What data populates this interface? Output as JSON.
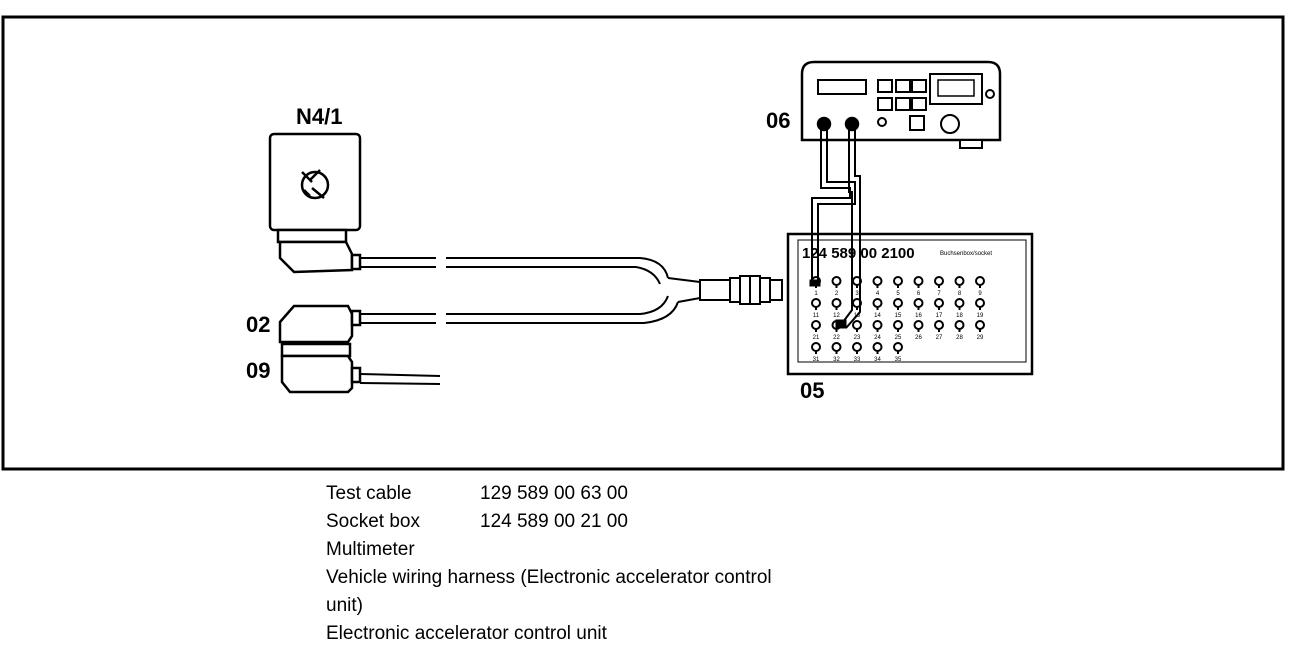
{
  "callouts": {
    "n4_1": "N4/1",
    "c02": "02",
    "c09": "09",
    "c06": "06",
    "c05": "05"
  },
  "socket_box": {
    "number": "124 589 00 2100",
    "subtitle": "Buchsenbox/socket",
    "pins_row1": [
      "1",
      "2",
      "3",
      "4",
      "5",
      "6",
      "7",
      "8",
      "9"
    ],
    "pins_row2": [
      "11",
      "12",
      "13",
      "14",
      "15",
      "16",
      "17",
      "18",
      "19"
    ],
    "pins_row3": [
      "21",
      "22",
      "23",
      "24",
      "25",
      "26",
      "27",
      "28",
      "29"
    ],
    "pins_row4": [
      "31",
      "32",
      "33",
      "34",
      "35"
    ]
  },
  "legend": {
    "items": [
      {
        "label": "Test cable",
        "value": "129 589 00 63 00"
      },
      {
        "label": "Socket box",
        "value": "124 589 00 21 00"
      },
      {
        "label": "Multimeter",
        "value": ""
      },
      {
        "label": "Vehicle wiring harness (Electronic accelerator control unit)",
        "value": ""
      },
      {
        "label": "Electronic accelerator control unit",
        "value": ""
      }
    ]
  }
}
